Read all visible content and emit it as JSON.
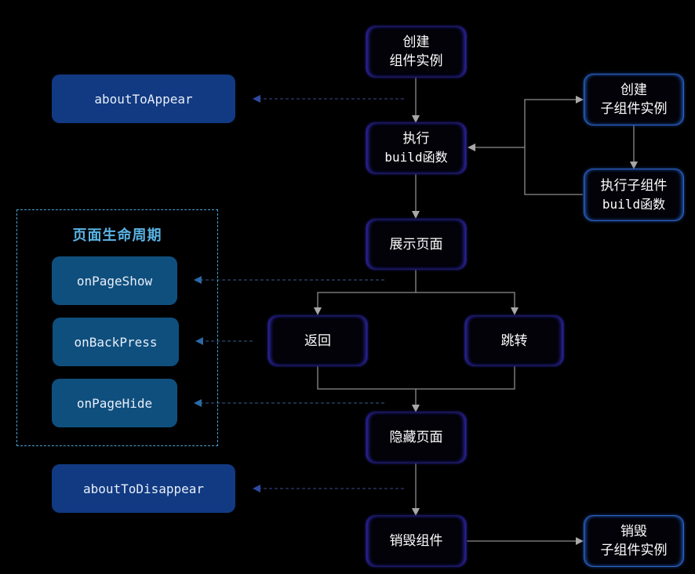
{
  "diagram": {
    "main_flow": {
      "create_instance": [
        "创建",
        "组件实例"
      ],
      "run_build": [
        "执行",
        "build函数"
      ],
      "show_page": "展示页面",
      "back": "返回",
      "navigate": "跳转",
      "hide_page": "隐藏页面",
      "destroy": "销毁组件"
    },
    "child_flow": {
      "create_child": [
        "创建",
        "子组件实例"
      ],
      "run_child_build": [
        "执行子组件",
        "build函数"
      ],
      "destroy_child": [
        "销毁",
        "子组件实例"
      ]
    },
    "component_hooks": {
      "about_to_appear": "aboutToAppear",
      "about_to_disappear": "aboutToDisappear"
    },
    "page_lifecycle": {
      "title": "页面生命周期",
      "on_page_show": "onPageShow",
      "on_back_press": "onBackPress",
      "on_page_hide": "onPageHide"
    },
    "colors": {
      "background": "#000000",
      "component_hook": "#113a82",
      "page_hook": "#0f4f7e",
      "page_group_border": "#4aa0d0",
      "connector": "#9a9a9a",
      "dashed_connector": "#3a4a8a"
    }
  }
}
